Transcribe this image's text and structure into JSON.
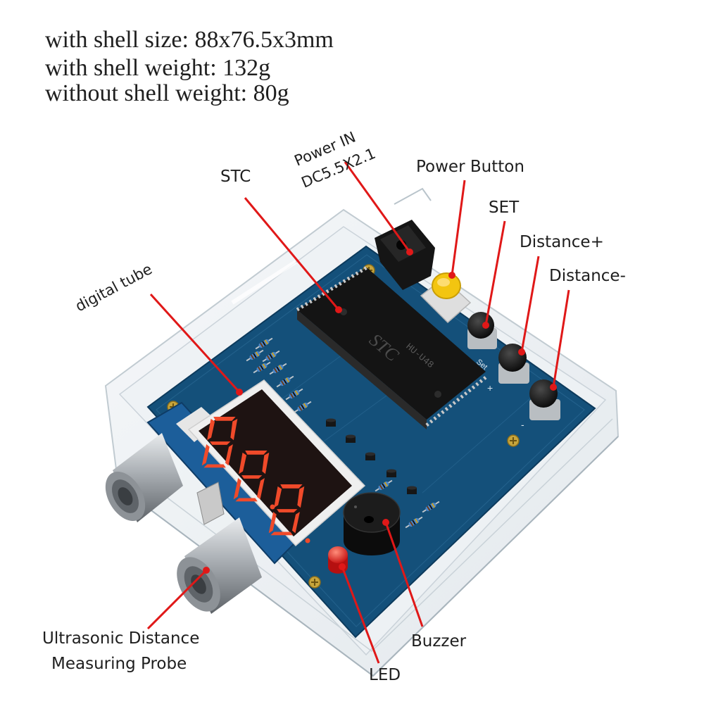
{
  "specs": {
    "shell_size": "with shell size: 88x76.5x3mm",
    "shell_weight": "with shell weight: 132g",
    "no_shell_weight": "without shell weight: 80g"
  },
  "labels": {
    "power_in_line1": "Power IN",
    "power_in_line2": "DC5.5X2.1",
    "stc": "STC",
    "power_button": "Power Button",
    "set": "SET",
    "distance_plus": "Distance+",
    "distance_minus": "Distance-",
    "digital_tube": "digital tube",
    "probe_line1": "Ultrasonic Distance",
    "probe_line2": "Measuring Probe",
    "buzzer": "Buzzer",
    "led": "LED"
  },
  "board": {
    "chip_marking": "STC",
    "chip_model": "HU-U48",
    "display_digits": "888",
    "button_marks": {
      "set": "Set",
      "plus": "+",
      "minus": "-"
    }
  },
  "colors": {
    "pcb": "#14507a",
    "leader": "#e01818",
    "display_segment": "#f04a2a",
    "power_button_cap": "#f3c510",
    "led": "#e8201a"
  },
  "icons": [
    "chip-icon",
    "seven-segment-display-icon",
    "push-button-icon",
    "buzzer-icon",
    "led-icon",
    "ultrasonic-sensor-icon",
    "dc-jack-icon"
  ]
}
